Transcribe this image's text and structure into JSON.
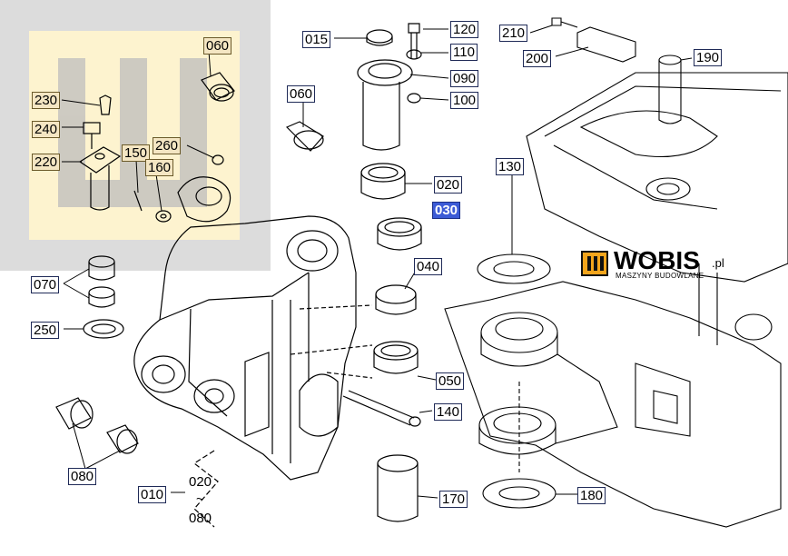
{
  "callouts": {
    "p015": "015",
    "p120": "120",
    "p110": "110",
    "p090": "090",
    "p100": "100",
    "p210": "210",
    "p200": "200",
    "p190": "190",
    "p060a": "060",
    "p060b": "060",
    "p230": "230",
    "p240": "240",
    "p220": "220",
    "p150": "150",
    "p260": "260",
    "p160": "160",
    "p020": "020",
    "p030": "030",
    "p040": "040",
    "p050": "050",
    "p130": "130",
    "p070": "070",
    "p250": "250",
    "p140": "140",
    "p080": "080",
    "p010": "010",
    "p170": "170",
    "p180": "180"
  },
  "range": {
    "start": "020",
    "tilde": "~",
    "end": "080"
  },
  "logo": {
    "word": "WOBIS",
    "domain": ".pl",
    "tagline": "MASZYNY BUDOWLANE"
  },
  "colors": {
    "inset_bg": "#fdf3cf",
    "watermark": "#bdbdbd",
    "selected": "#3c5bd6",
    "ink": "#000000"
  }
}
